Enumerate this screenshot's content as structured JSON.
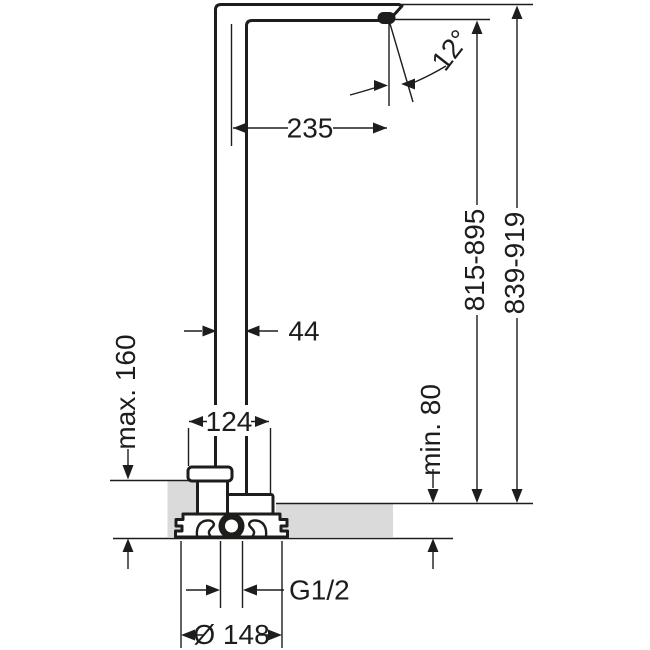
{
  "drawing": {
    "background": "#ffffff",
    "line_color": "#1d1d1b",
    "floor_fill": "#dadada",
    "labels": {
      "reach": "235",
      "angle": "12°",
      "column_width": "44",
      "body_width": "124",
      "max_buildup": "max. 160",
      "min_floor": "min. 80",
      "height_to_spout": "815-895",
      "height_total": "839-919",
      "thread": "G1/2",
      "base_diameter": "Ø 148"
    }
  }
}
